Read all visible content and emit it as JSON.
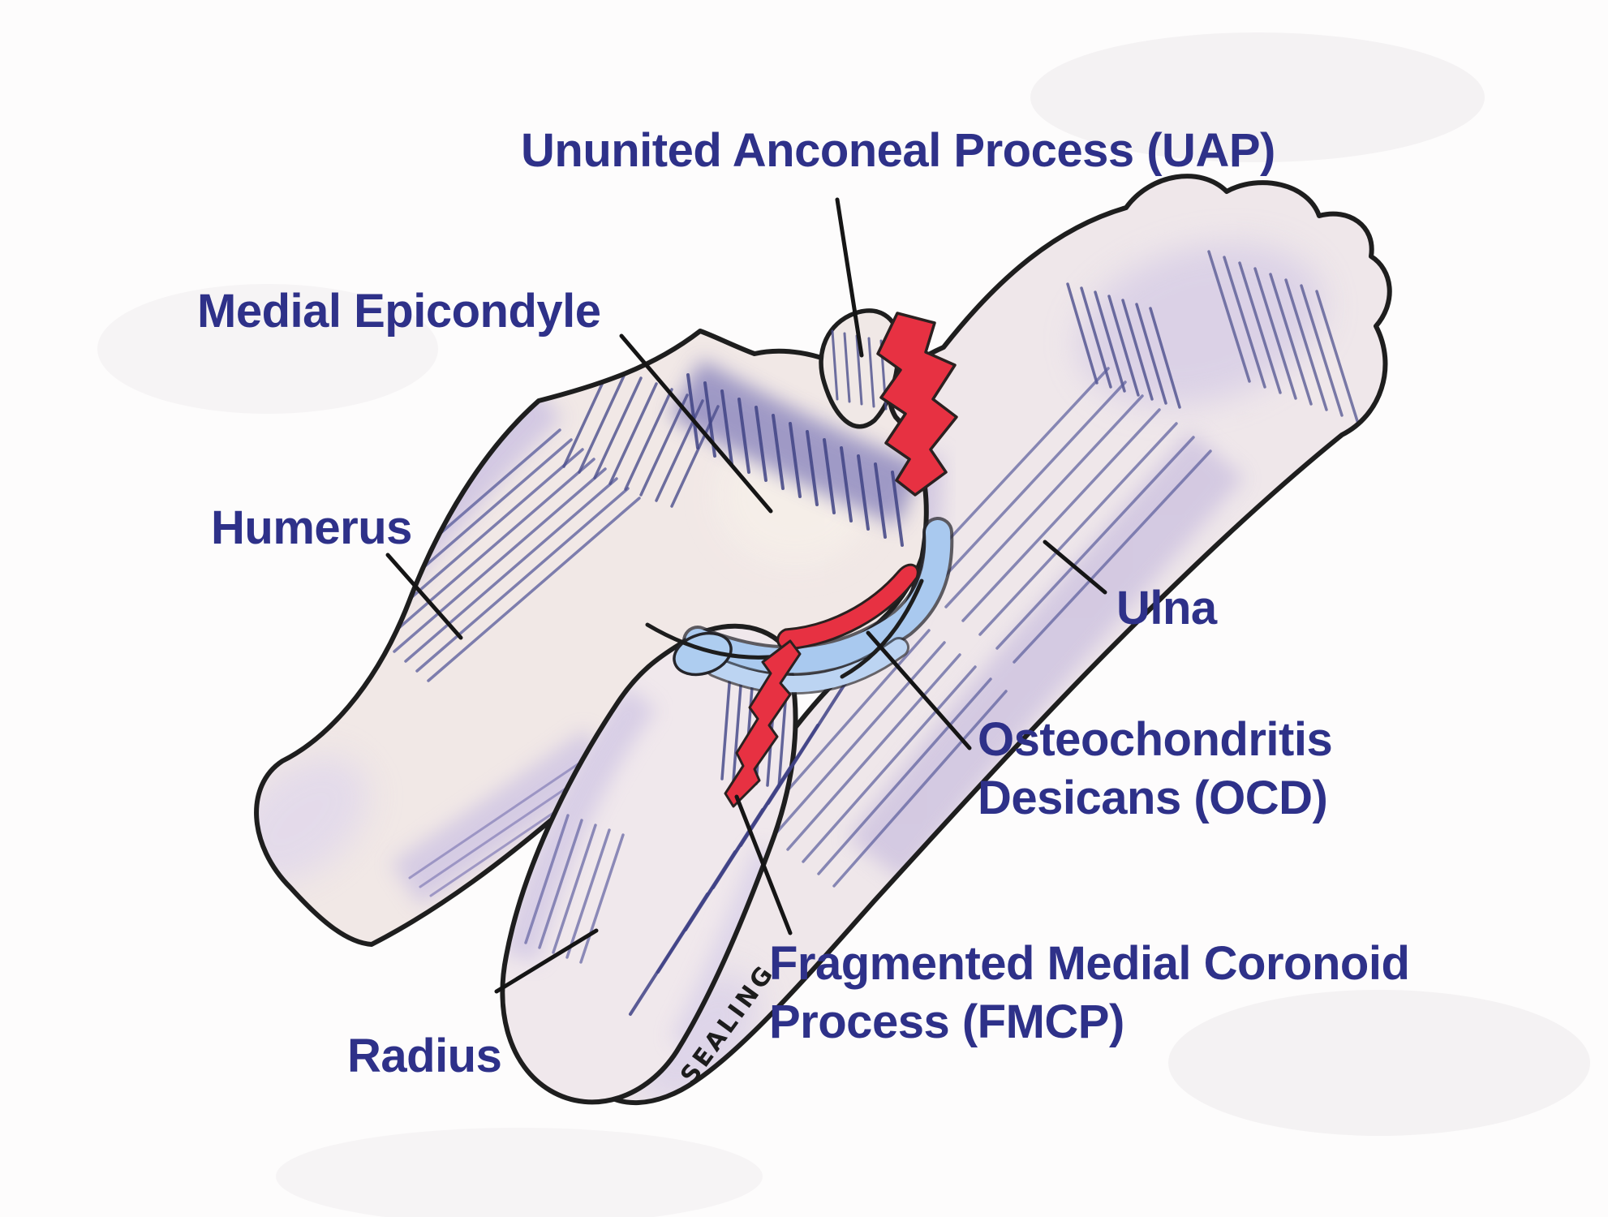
{
  "figure": {
    "type": "anatomical-diagram",
    "subject": "Canine elbow joint with developmental lesions"
  },
  "labels": {
    "uap": "Ununited Anconeal Process (UAP)",
    "medial_epicondyle": "Medial Epicondyle",
    "humerus": "Humerus",
    "ulna": "Ulna",
    "ocd": {
      "line1": "Osteochondritis",
      "line2": "Desicans (OCD)"
    },
    "fmcp": {
      "line1": "Fragmented Medial Coronoid",
      "line2": "Process (FMCP)"
    },
    "radius": "Radius"
  },
  "signature": "SEALING",
  "colors": {
    "label_text": "#2e3189",
    "lesion_red": "#e73142",
    "cartilage_blue": "#a9c9ef",
    "bone_fill": "#f1e8e6",
    "outline_black": "#1e1e1e",
    "hatch_blue": "#4b4e8c",
    "background": "#fdfcfc"
  }
}
